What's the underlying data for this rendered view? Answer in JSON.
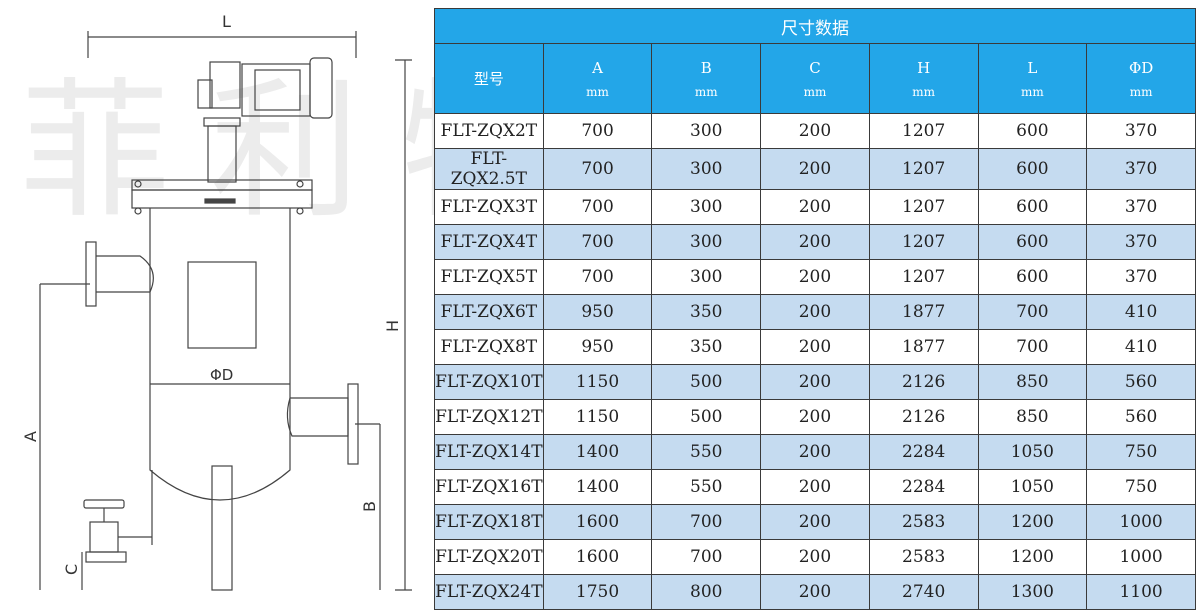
{
  "drawing": {
    "watermark": "菲利特过滤",
    "labels": {
      "L": "L",
      "H": "H",
      "A": "A",
      "B": "B",
      "C": "C",
      "D": "ΦD"
    }
  },
  "table": {
    "title": "尺寸数据",
    "headers": [
      {
        "name": "型号",
        "unit": ""
      },
      {
        "name": "A",
        "unit": "mm"
      },
      {
        "name": "B",
        "unit": "mm"
      },
      {
        "name": "C",
        "unit": "mm"
      },
      {
        "name": "H",
        "unit": "mm"
      },
      {
        "name": "L",
        "unit": "mm"
      },
      {
        "name": "ΦD",
        "unit": "mm"
      }
    ],
    "rows": [
      [
        "FLT-ZQX2T",
        "700",
        "300",
        "200",
        "1207",
        "600",
        "370"
      ],
      [
        "FLT-ZQX2.5T",
        "700",
        "300",
        "200",
        "1207",
        "600",
        "370"
      ],
      [
        "FLT-ZQX3T",
        "700",
        "300",
        "200",
        "1207",
        "600",
        "370"
      ],
      [
        "FLT-ZQX4T",
        "700",
        "300",
        "200",
        "1207",
        "600",
        "370"
      ],
      [
        "FLT-ZQX5T",
        "700",
        "300",
        "200",
        "1207",
        "600",
        "370"
      ],
      [
        "FLT-ZQX6T",
        "950",
        "350",
        "200",
        "1877",
        "700",
        "410"
      ],
      [
        "FLT-ZQX8T",
        "950",
        "350",
        "200",
        "1877",
        "700",
        "410"
      ],
      [
        "FLT-ZQX10T",
        "1150",
        "500",
        "200",
        "2126",
        "850",
        "560"
      ],
      [
        "FLT-ZQX12T",
        "1150",
        "500",
        "200",
        "2126",
        "850",
        "560"
      ],
      [
        "FLT-ZQX14T",
        "1400",
        "550",
        "200",
        "2284",
        "1050",
        "750"
      ],
      [
        "FLT-ZQX16T",
        "1400",
        "550",
        "200",
        "2284",
        "1050",
        "750"
      ],
      [
        "FLT-ZQX18T",
        "1600",
        "700",
        "200",
        "2583",
        "1200",
        "1000"
      ],
      [
        "FLT-ZQX20T",
        "1600",
        "700",
        "200",
        "2583",
        "1200",
        "1000"
      ],
      [
        "FLT-ZQX24T",
        "1750",
        "800",
        "200",
        "2740",
        "1300",
        "1100"
      ]
    ]
  }
}
